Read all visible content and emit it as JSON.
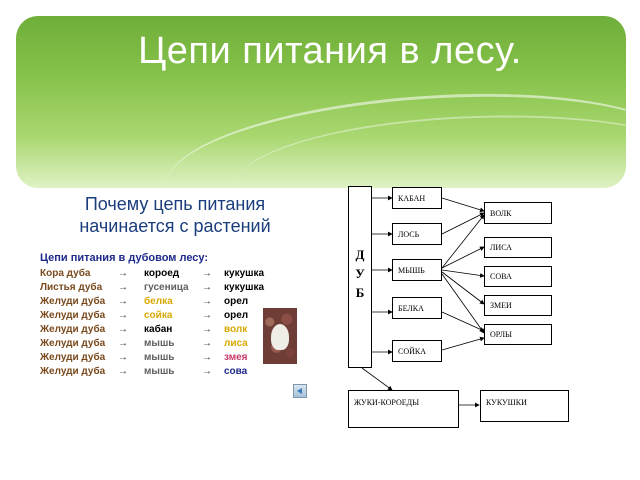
{
  "title": "Цепи питания в лесу.",
  "question": "Почему цепь питания начинается с растений",
  "subhead": "Цепи питания в дубовом лесу:",
  "arrow": "→",
  "colors": {
    "start": "#7a4a1e",
    "black": "#000000",
    "gray": "#606060",
    "yellow": "#d8a800",
    "pink": "#c83a6a",
    "navy": "#1f2a8a"
  },
  "chains": [
    {
      "a": "Кора дуба",
      "b": "короед",
      "c": "кукушка",
      "bc": "black",
      "cc": "black"
    },
    {
      "a": "Листья дуба",
      "b": "гусеница",
      "c": "кукушка",
      "bc": "gray",
      "cc": "black"
    },
    {
      "a": "Желуди дуба",
      "b": "белка",
      "c": "орел",
      "bc": "yellow",
      "cc": "black"
    },
    {
      "a": "Желуди дуба",
      "b": "сойка",
      "c": "орел",
      "bc": "yellow",
      "cc": "black"
    },
    {
      "a": "Желуди дуба",
      "b": "кабан",
      "c": "волк",
      "bc": "black",
      "cc": "yellow"
    },
    {
      "a": "Желуди дуба",
      "b": "мышь",
      "c": "лиса",
      "bc": "gray",
      "cc": "yellow"
    },
    {
      "a": "Желуди дуба",
      "b": "мышь",
      "c": "змея",
      "bc": "gray",
      "cc": "pink"
    },
    {
      "a": "Желуди дуба",
      "b": "мышь",
      "c": "сова",
      "bc": "gray",
      "cc": "navy"
    }
  ],
  "diagram": {
    "oak_letters": [
      "Д",
      "У",
      "Б"
    ],
    "herbivores": [
      "КАБАН",
      "ЛОСЬ",
      "МЫШЬ",
      "БЕЛКА",
      "СОЙКА"
    ],
    "predators": [
      "ВОЛК",
      "ЛИСА",
      "СОВА",
      "ЗМЕИ",
      "ОРЛЫ"
    ],
    "beetles": "ЖУКИ-КОРОЕДЫ",
    "cuckoos": "КУКУШКИ"
  }
}
